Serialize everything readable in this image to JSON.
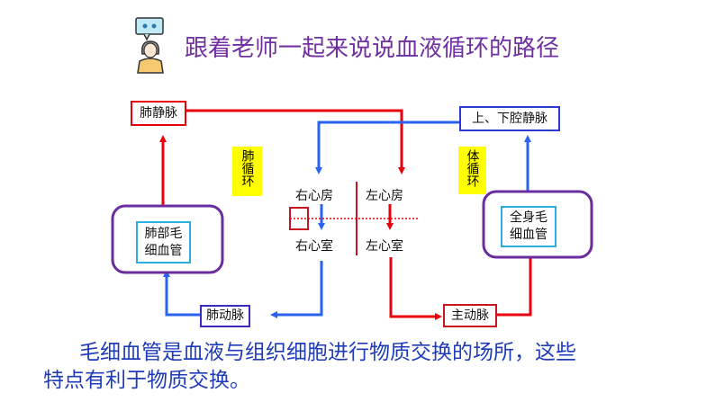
{
  "title": "跟着老师一起来说说血液循环的路径",
  "icon": "teacher-speech-icon",
  "colors": {
    "artery": "#e8000b",
    "vein": "#2a62f0",
    "purple": "#6a2c9e",
    "cyan": "#2ab0e0",
    "title": "#7030a0",
    "body": "#1f3cb8"
  },
  "nodes": {
    "pulmonary_vein": "肺静脉",
    "vena_cava": "上、下腔静脉",
    "pulmonary_circulation": "肺循环",
    "systemic_circulation": "体循环",
    "right_atrium": "右心房",
    "left_atrium": "左心房",
    "right_ventricle": "右心室",
    "left_ventricle": "左心室",
    "lung_capillary_1": "肺部毛",
    "lung_capillary_2": "细血管",
    "body_capillary_1": "全身毛",
    "body_capillary_2": "细血管",
    "pulmonary_artery": "肺动脉",
    "aorta": "主动脉"
  },
  "body_text": {
    "line1": "毛细血管是血液与组织细胞进行物质交换的场所，这些",
    "line2": "特点有利于物质交换。"
  }
}
